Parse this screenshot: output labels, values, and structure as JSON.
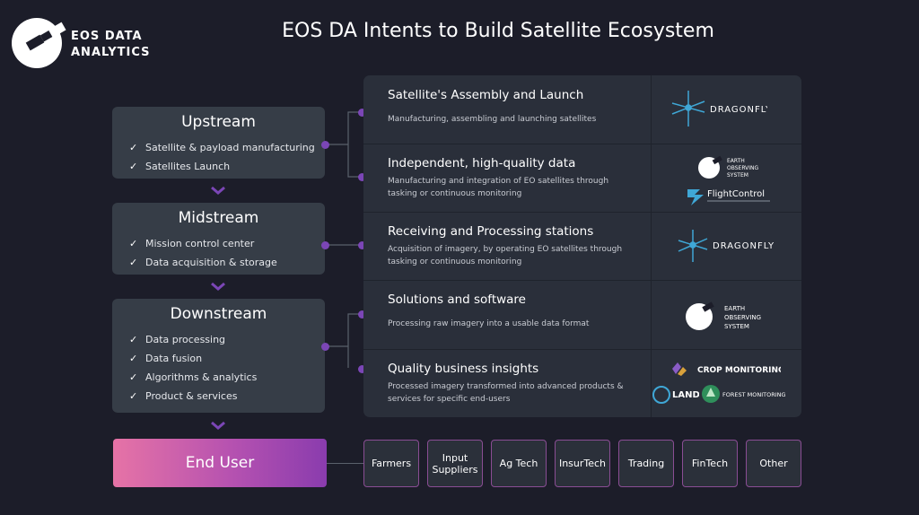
{
  "logo": {
    "line1": "EOS DATA",
    "line2": "ANALYTICS"
  },
  "title": "EOS DA Intents to Build Satellite Ecosystem",
  "stages": [
    {
      "title": "Upstream",
      "items": [
        "Satellite & payload manufacturing",
        "Satellites Launch"
      ]
    },
    {
      "title": "Midstream",
      "items": [
        "Mission control center",
        "Data acquisition & storage"
      ]
    },
    {
      "title": "Downstream",
      "items": [
        "Data processing",
        "Data fusion",
        "Algorithms & analytics",
        "Product & services"
      ]
    }
  ],
  "rows": [
    {
      "title": "Satellite's Assembly and Launch",
      "desc": "Manufacturing, assembling and launching satellites"
    },
    {
      "title": "Independent, high-quality data",
      "desc": "Manufacturing and integration of EO satellites through tasking or continuous monitoring"
    },
    {
      "title": "Receiving and Processing stations",
      "desc": "Acquisition of imagery, by operating EO satellites through tasking or continuous monitoring"
    },
    {
      "title": "Solutions and software",
      "desc": "Processing raw imagery into a usable data format"
    },
    {
      "title": "Quality business insights",
      "desc": "Processed imagery transformed into advanced products & services for specific end-users"
    }
  ],
  "brands": {
    "dragonfly": "DRAGONFLY",
    "eos_system": [
      "EARTH",
      "OBSERVING",
      "SYSTEM"
    ],
    "flightcontrol": "FlightControl",
    "crop": "CROP MONITORING",
    "land": "LAND",
    "forest": "FOREST MONITORING"
  },
  "end_user": "End User",
  "industries": [
    "Farmers",
    "Input\nSuppliers",
    "Ag Tech",
    "InsurTech",
    "Trading",
    "FinTech",
    "Other"
  ],
  "colors": {
    "accent": "#7b46b6",
    "background": "#1c1d29",
    "card": "#363d47",
    "panel": "#2a2f3a"
  }
}
